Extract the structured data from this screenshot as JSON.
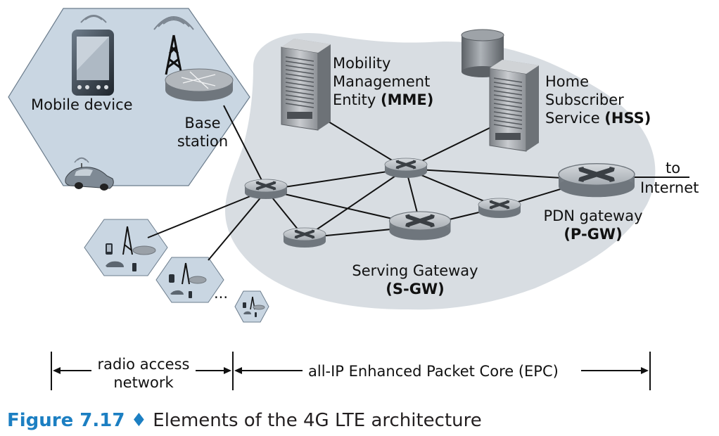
{
  "labels": {
    "mobile_device": "Mobile device",
    "base_station_l1": "Base",
    "base_station_l2": "station",
    "mme_l1": "Mobility",
    "mme_l2": "Management",
    "mme_l3_prefix": "Entity ",
    "mme_abbr": "(MME)",
    "hss_l1": "Home",
    "hss_l2": "Subscriber",
    "hss_l3_prefix": "Service ",
    "hss_abbr": "(HSS)",
    "internet_l1": "to",
    "internet_l2": "Internet",
    "pgw_l1": "PDN gateway",
    "pgw_abbr": "(P-GW)",
    "sgw_l1": "Serving Gateway",
    "sgw_abbr": "(S-GW)",
    "ellipsis": "...",
    "ran_l1": "radio access",
    "ran_l2": "network",
    "epc": "all-IP Enhanced Packet Core (EPC)"
  },
  "caption": {
    "figure": "Figure 7.17",
    "separator": "♦",
    "text": "Elements of the 4G LTE architecture"
  },
  "colors": {
    "cell_fill": "#c9d6e2",
    "cell_stroke": "#6b7c8c",
    "epc_blob": "#d8dde2",
    "router": "#9aa1a8",
    "caption_blue": "#1c7fc2"
  }
}
